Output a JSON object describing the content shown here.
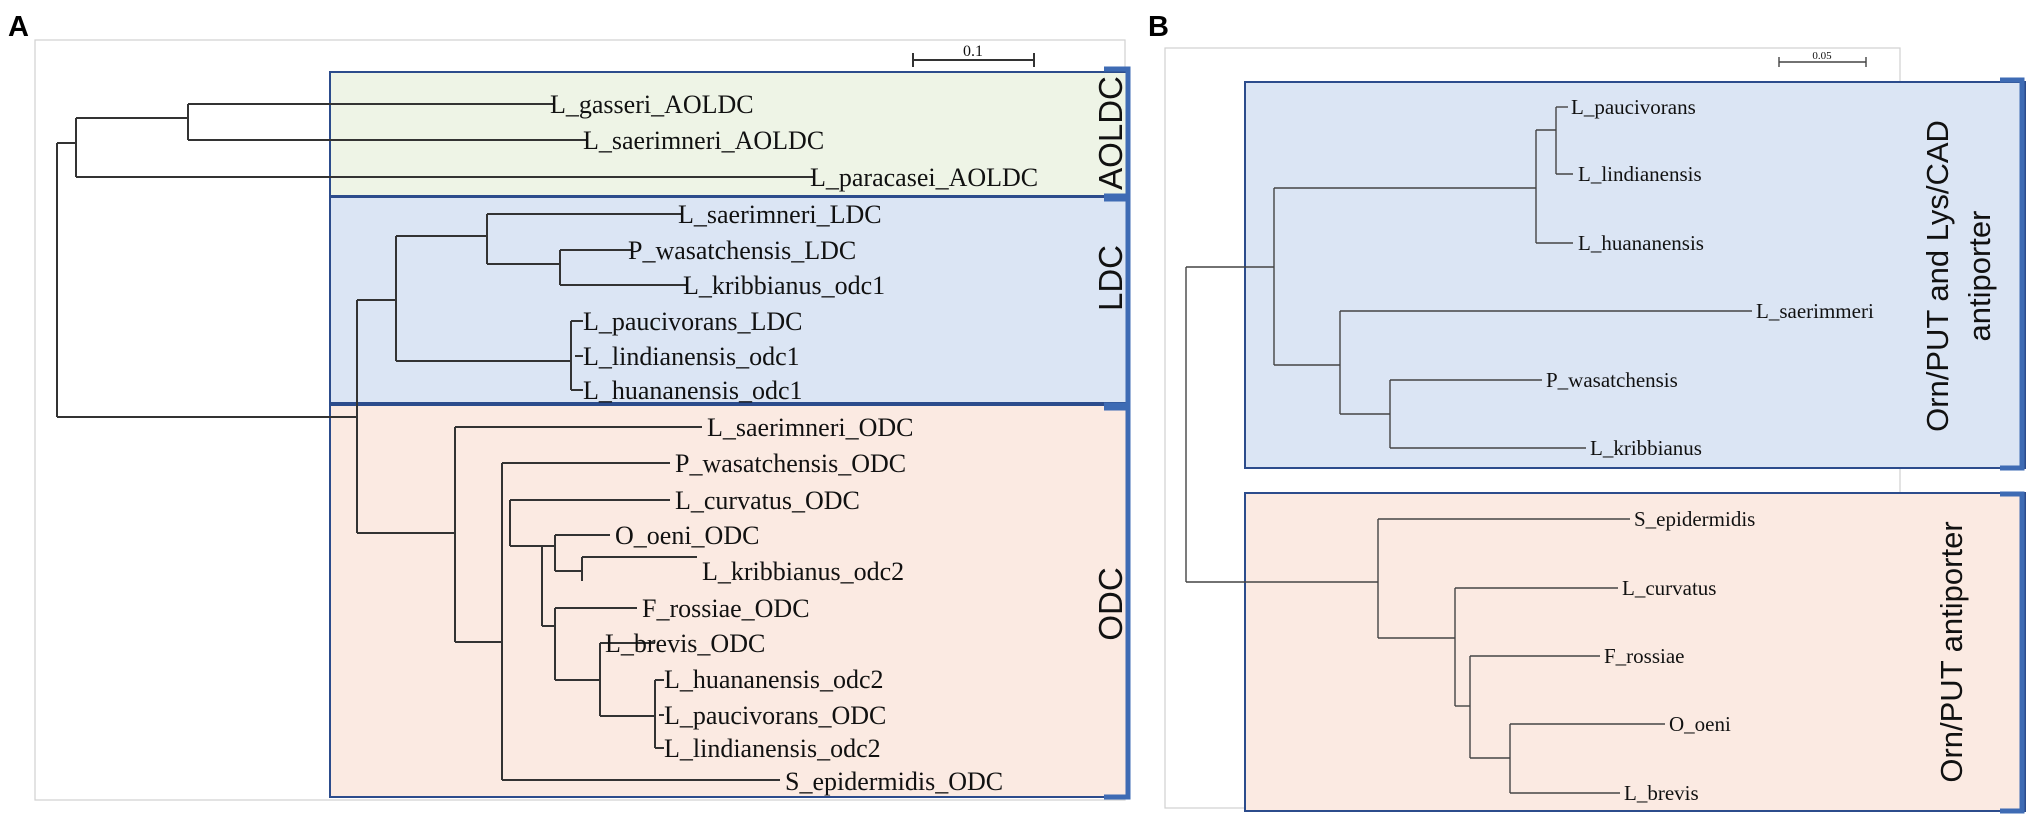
{
  "panel_a": {
    "letter": "A",
    "scale_bar_label": "0.1",
    "groups": [
      {
        "label": "AOLDC",
        "fill": "#eef4e6"
      },
      {
        "label": "LDC",
        "fill": "#dbe5f4"
      },
      {
        "label": "ODC",
        "fill": "#fbeae2"
      }
    ],
    "leaves": [
      "L_gasseri_AOLDC",
      "L_saerimneri_AOLDC",
      "L_paracasei_AOLDC",
      "L_saerimneri_LDC",
      "P_wasatchensis_LDC",
      "L_kribbianus_odc1",
      "L_paucivorans_LDC",
      "L_lindianensis_odc1",
      "L_huananensis_odc1",
      "L_saerimneri_ODC",
      "P_wasatchensis_ODC",
      "L_curvatus_ODC",
      "O_oeni_ODC",
      "L_kribbianus_odc2",
      "F_rossiae_ODC",
      "L_brevis_ODC",
      "L_huananensis_odc2",
      "L_paucivorans_ODC",
      "L_lindianensis_odc2",
      "S_epidermidis_ODC"
    ]
  },
  "panel_b": {
    "letter": "B",
    "scale_bar_label": "0.05",
    "groups": [
      {
        "label_line1": "Orn/PUT and Lys/CAD",
        "label_line2": "antiporter",
        "fill": "#dbe5f4"
      },
      {
        "label": "Orn/PUT antiporter",
        "fill": "#fbeae2"
      }
    ],
    "leaves": [
      "L_paucivorans",
      "L_lindianensis",
      "L_huananensis",
      "L_saerimmeri",
      "P_wasatchensis",
      "L_kribbianus",
      "S_epidermidis",
      "L_curvatus",
      "F_rossiae",
      "O_oeni",
      "L_brevis"
    ]
  },
  "colors": {
    "box_border": "#2c4c8c",
    "bracket": "#3e6bb4",
    "branch": "#333333"
  }
}
